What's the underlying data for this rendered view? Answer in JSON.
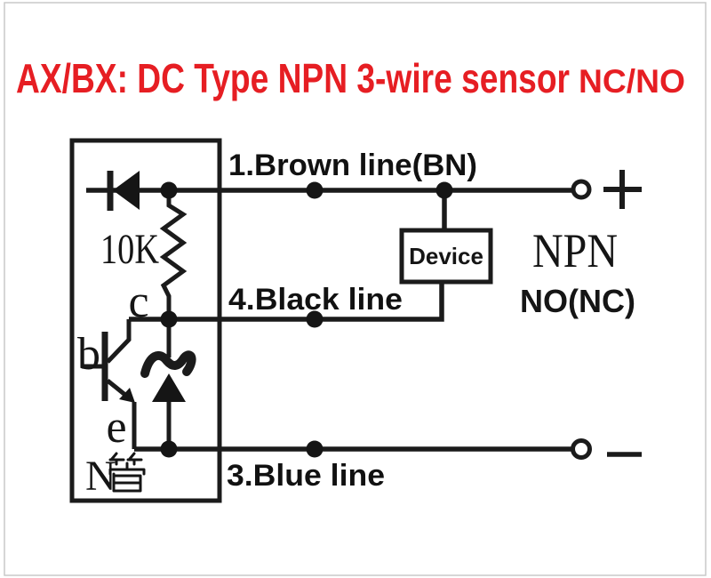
{
  "title": {
    "main": "AX/BX: DC Type NPN 3-wire sensor",
    "suffix": "NC/NO"
  },
  "colors": {
    "title_red": "#e61e23",
    "line_black": "#1b1b1b",
    "border_gray": "#c9c9c9"
  },
  "sensor_box": {
    "resistor_value": "10K",
    "transistor_labels": {
      "collector": "c",
      "base": "b",
      "emitter": "e"
    },
    "type_label_prefix": "N",
    "type_label_cjk": "管"
  },
  "wires": {
    "brown": {
      "label": "1.Brown line(BN)"
    },
    "black": {
      "label": "4.Black line"
    },
    "blue": {
      "label": "3.Blue line"
    }
  },
  "device": {
    "label": "Device"
  },
  "output": {
    "transistor_type": "NPN",
    "mode": "NO(NC)"
  },
  "terminals": {
    "positive": "+",
    "negative": "−"
  }
}
